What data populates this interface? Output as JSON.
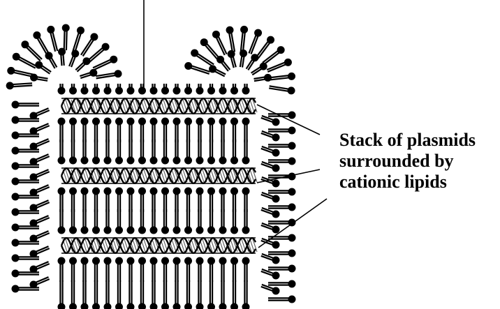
{
  "label": {
    "lines": [
      "Stack of plasmids",
      "surrounded by",
      "cationic lipids"
    ]
  },
  "figure": {
    "plasmid_layers": 3,
    "colors": {
      "ink": "#000000",
      "background": "#ffffff",
      "dna_hatch": "#555555"
    },
    "icons": [
      "lipid-molecule-icon",
      "plasmid-dna-helix-icon",
      "pointer-line-icon"
    ]
  }
}
